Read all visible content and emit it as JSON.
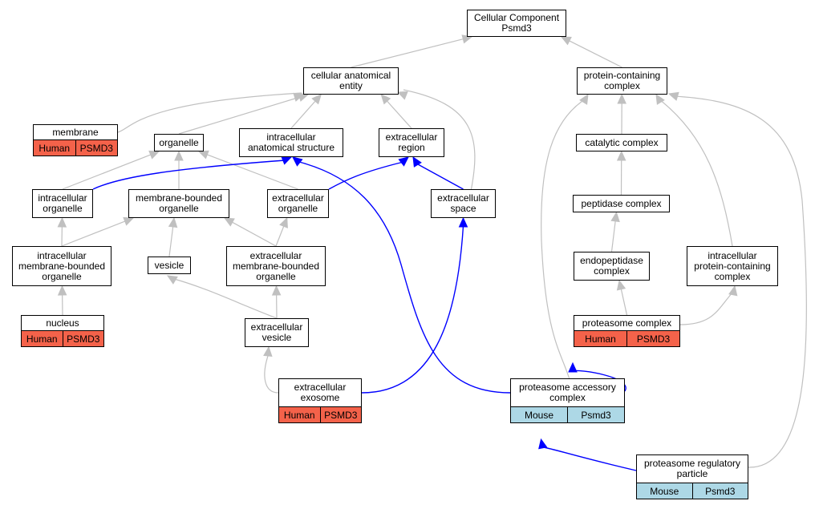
{
  "colors": {
    "gray_edge": "#c0c0c0",
    "blue_edge": "#0000ff",
    "human": "#f4624a",
    "mouse": "#add8e6"
  },
  "nodes": [
    {
      "id": "cc",
      "label": "Cellular Component\nPsmd3"
    },
    {
      "id": "cae",
      "label": "cellular anatomical\nentity"
    },
    {
      "id": "pcc",
      "label": "protein-containing\ncomplex"
    },
    {
      "id": "membrane",
      "label": "membrane",
      "species": "Human",
      "gene": "PSMD3"
    },
    {
      "id": "organelle",
      "label": "organelle"
    },
    {
      "id": "ias",
      "label": "intracellular\nanatomical structure"
    },
    {
      "id": "er",
      "label": "extracellular\nregion"
    },
    {
      "id": "catc",
      "label": "catalytic complex"
    },
    {
      "id": "io",
      "label": "intracellular\norganelle"
    },
    {
      "id": "mbo",
      "label": "membrane-bounded\norganelle"
    },
    {
      "id": "eo",
      "label": "extracellular\norganelle"
    },
    {
      "id": "es",
      "label": "extracellular\nspace"
    },
    {
      "id": "pepc",
      "label": "peptidase complex"
    },
    {
      "id": "imbo",
      "label": "intracellular\nmembrane-bounded\norganelle"
    },
    {
      "id": "vesicle",
      "label": "vesicle"
    },
    {
      "id": "embo",
      "label": "extracellular\nmembrane-bounded\norganelle"
    },
    {
      "id": "endoc",
      "label": "endopeptidase\ncomplex"
    },
    {
      "id": "ipcc",
      "label": "intracellular\nprotein-containing\ncomplex"
    },
    {
      "id": "nucleus",
      "label": "nucleus",
      "species": "Human",
      "gene": "PSMD3"
    },
    {
      "id": "ev",
      "label": "extracellular\nvesicle"
    },
    {
      "id": "protc",
      "label": "proteasome complex",
      "species": "Human",
      "gene": "PSMD3"
    },
    {
      "id": "exo",
      "label": "extracellular\nexosome",
      "species": "Human",
      "gene": "PSMD3"
    },
    {
      "id": "pac",
      "label": "proteasome accessory\ncomplex",
      "species": "Mouse",
      "gene": "Psmd3"
    },
    {
      "id": "prp",
      "label": "proteasome regulatory\nparticle",
      "species": "Mouse",
      "gene": "Psmd3"
    }
  ],
  "edges": [
    {
      "from": "cae",
      "to": "cc",
      "kind": "gray"
    },
    {
      "from": "pcc",
      "to": "cc",
      "kind": "gray"
    },
    {
      "from": "membrane",
      "to": "cae",
      "kind": "gray"
    },
    {
      "from": "organelle",
      "to": "cae",
      "kind": "gray"
    },
    {
      "from": "ias",
      "to": "cae",
      "kind": "gray"
    },
    {
      "from": "er",
      "to": "cae",
      "kind": "gray"
    },
    {
      "from": "es",
      "to": "cae",
      "kind": "gray"
    },
    {
      "from": "catc",
      "to": "pcc",
      "kind": "gray"
    },
    {
      "from": "pac",
      "to": "pcc",
      "kind": "gray"
    },
    {
      "from": "ipcc",
      "to": "pcc",
      "kind": "gray"
    },
    {
      "from": "prp",
      "to": "pcc",
      "kind": "gray"
    },
    {
      "from": "io",
      "to": "organelle",
      "kind": "gray"
    },
    {
      "from": "mbo",
      "to": "organelle",
      "kind": "gray"
    },
    {
      "from": "eo",
      "to": "organelle",
      "kind": "gray"
    },
    {
      "from": "io",
      "to": "ias",
      "kind": "blue"
    },
    {
      "from": "eo",
      "to": "er",
      "kind": "blue"
    },
    {
      "from": "es",
      "to": "er",
      "kind": "blue"
    },
    {
      "from": "pepc",
      "to": "catc",
      "kind": "gray"
    },
    {
      "from": "imbo",
      "to": "io",
      "kind": "gray"
    },
    {
      "from": "imbo",
      "to": "mbo",
      "kind": "gray"
    },
    {
      "from": "vesicle",
      "to": "mbo",
      "kind": "gray"
    },
    {
      "from": "embo",
      "to": "mbo",
      "kind": "gray"
    },
    {
      "from": "embo",
      "to": "eo",
      "kind": "gray"
    },
    {
      "from": "endoc",
      "to": "pepc",
      "kind": "gray"
    },
    {
      "from": "nucleus",
      "to": "imbo",
      "kind": "gray"
    },
    {
      "from": "ev",
      "to": "vesicle",
      "kind": "gray"
    },
    {
      "from": "ev",
      "to": "embo",
      "kind": "gray"
    },
    {
      "from": "protc",
      "to": "endoc",
      "kind": "gray"
    },
    {
      "from": "protc",
      "to": "ipcc",
      "kind": "gray"
    },
    {
      "from": "exo",
      "to": "ev",
      "kind": "gray"
    },
    {
      "from": "exo",
      "to": "es",
      "kind": "blue"
    },
    {
      "from": "pac",
      "to": "ias",
      "kind": "blue"
    },
    {
      "from": "pac",
      "to": "protc",
      "kind": "blue"
    },
    {
      "from": "prp",
      "to": "pac",
      "kind": "blue"
    }
  ]
}
